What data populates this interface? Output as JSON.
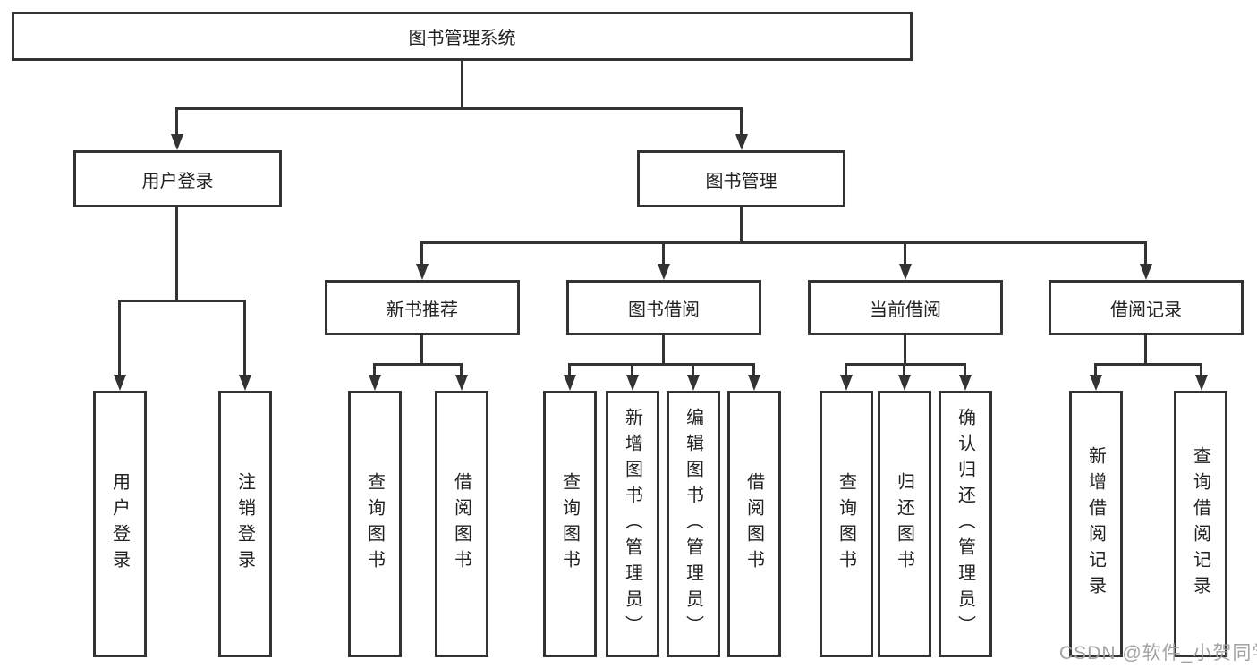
{
  "diagram": {
    "title": "图书管理系统",
    "nodes": {
      "root": "图书管理系统",
      "user_login": "用户登录",
      "book_management": "图书管理",
      "new_book_recommend": "新书推荐",
      "book_borrow": "图书借阅",
      "current_borrow": "当前借阅",
      "borrow_records": "借阅记录",
      "leaves": {
        "user_login": [
          "用户登录",
          "注销登录"
        ],
        "new_book_recommend": [
          "查询图书",
          "借阅图书"
        ],
        "book_borrow": [
          "查询图书",
          "新增图书（管理员）",
          "编辑图书（管理员）",
          "借阅图书"
        ],
        "current_borrow": [
          "查询图书",
          "归还图书",
          "确认归还（管理员）"
        ],
        "borrow_records": [
          "新增借阅记录",
          "查询借阅记录"
        ]
      }
    }
  },
  "watermark": {
    "text": "CSDN @软件_小贺同学"
  },
  "colors": {
    "line": "#333333",
    "box_border": "#333333",
    "text": "#222222",
    "background": "#ffffff",
    "watermark": "#9e9e9e"
  }
}
